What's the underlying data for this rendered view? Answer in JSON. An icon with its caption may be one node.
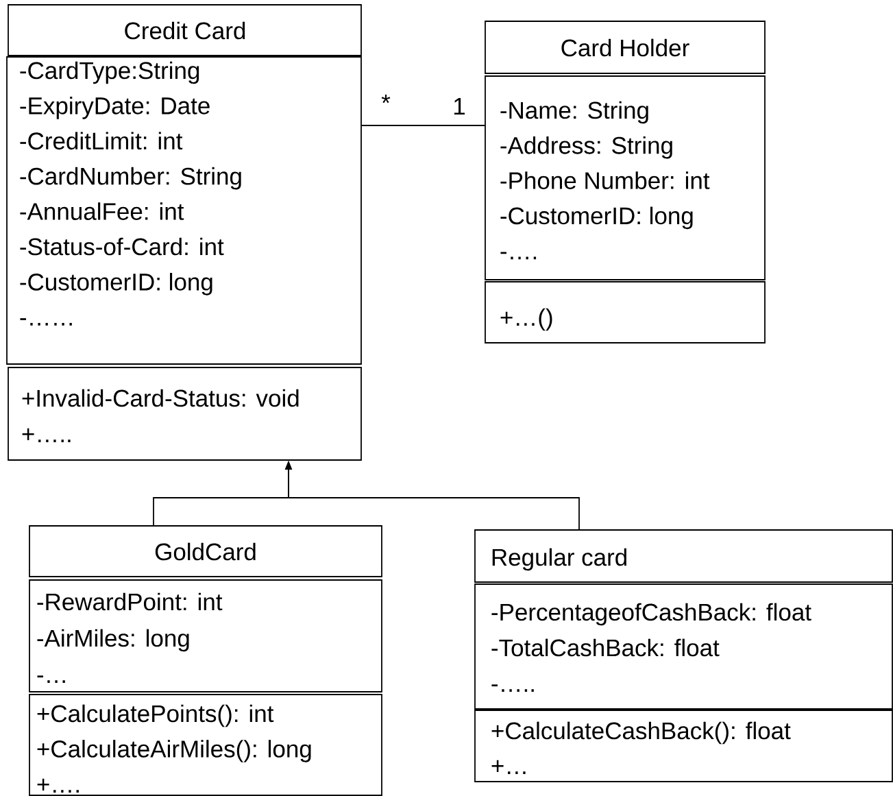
{
  "diagram": {
    "nodes": [
      {
        "text": [
          "Credit Card"
        ]
      },
      {
        "text": [
          "-CardType:String",
          "-ExpiryDate: Date",
          "-CreditLimit: int",
          "-CardNumber: String",
          "-AnnualFee: int",
          "-Status-of-Card: int",
          "-CustomerID: long",
          "-……"
        ]
      },
      {
        "text": [
          "+Invalid-Card-Status: void",
          "+….."
        ]
      },
      {
        "text": [
          "Card Holder"
        ]
      },
      {
        "text": [
          "-Name: String",
          "-Address: String",
          "-Phone Number: int",
          "-CustomerID: long",
          "-…."
        ]
      },
      {
        "text": [
          "+…()"
        ]
      },
      {
        "text": [
          "GoldCard"
        ]
      },
      {
        "text": [
          "-RewardPoint: int",
          "-AirMiles: long",
          "-…"
        ]
      },
      {
        "text": [
          "+CalculatePoints(): int",
          "+CalculateAirMiles(): long",
          "+…."
        ]
      },
      {
        "text": [
          "Regular card"
        ]
      },
      {
        "text": [
          "-PercentageofCashBack: float",
          "-TotalCashBack: float",
          "-….."
        ]
      },
      {
        "text": [
          "+CalculateCashBack(): float",
          "+…"
        ]
      }
    ],
    "edges": [
      {
        "from": 1,
        "to": 4,
        "arrow": "none"
      },
      {
        "from": 6,
        "to": 2,
        "arrow": "to"
      },
      {
        "from": 9,
        "to": 2,
        "arrow": "to"
      }
    ],
    "labels": [
      "*",
      "1"
    ]
  }
}
